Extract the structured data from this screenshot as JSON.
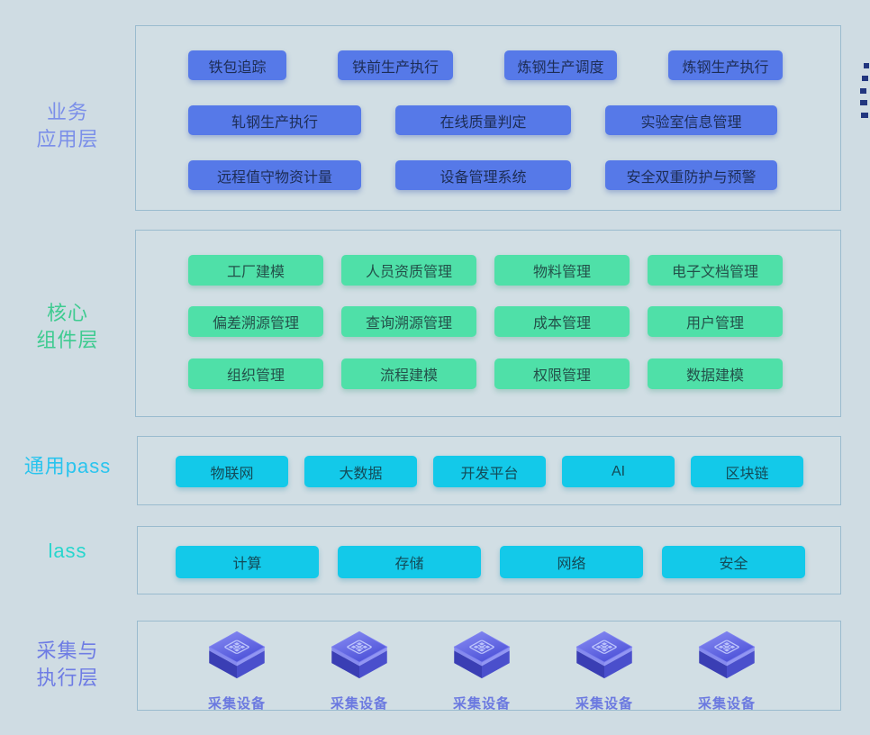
{
  "background_color": "#cfdce3",
  "panel_border_color": "#7da8c2",
  "decor": {
    "name": "staircase-dots",
    "color": "#21367f",
    "count": 5
  },
  "layers": [
    {
      "id": "business-app",
      "label": "业务\n应用层",
      "label_color": "#7b8fe9",
      "chip_color": "#5679e8",
      "rows": [
        [
          "铁包追踪",
          "铁前生产执行",
          "炼钢生产调度",
          "炼钢生产执行"
        ],
        [
          "轧钢生产执行",
          "在线质量判定",
          "实验室信息管理"
        ],
        [
          "远程值守物资计量",
          "设备管理系统",
          "安全双重防护与预警"
        ]
      ]
    },
    {
      "id": "core-components",
      "label": "核心\n组件层",
      "label_color": "#3ecb90",
      "chip_color": "#4fe0a8",
      "rows": [
        [
          "工厂建模",
          "人员资质管理",
          "物料管理",
          "电子文档管理"
        ],
        [
          "偏差溯源管理",
          "查询溯源管理",
          "成本管理",
          "用户管理"
        ],
        [
          "组织管理",
          "流程建模",
          "权限管理",
          "数据建模"
        ]
      ]
    },
    {
      "id": "general-paas",
      "label": "通用pass",
      "label_color": "#29c4ee",
      "chip_color": "#13c9e9",
      "rows": [
        [
          "物联网",
          "大数据",
          "开发平台",
          "AI",
          "区块链"
        ]
      ]
    },
    {
      "id": "iaas",
      "label": "lass",
      "label_color": "#27d6cd",
      "chip_color": "#13c9e9",
      "rows": [
        [
          "计算",
          "存储",
          "网络",
          "安全"
        ]
      ]
    },
    {
      "id": "collection-execution",
      "label": "采集与\n执行层",
      "label_color": "#6e7ce4",
      "device_icon": "isometric-chip-cube-icon",
      "devices": [
        "采集设备",
        "采集设备",
        "采集设备",
        "采集设备",
        "采集设备"
      ]
    }
  ]
}
